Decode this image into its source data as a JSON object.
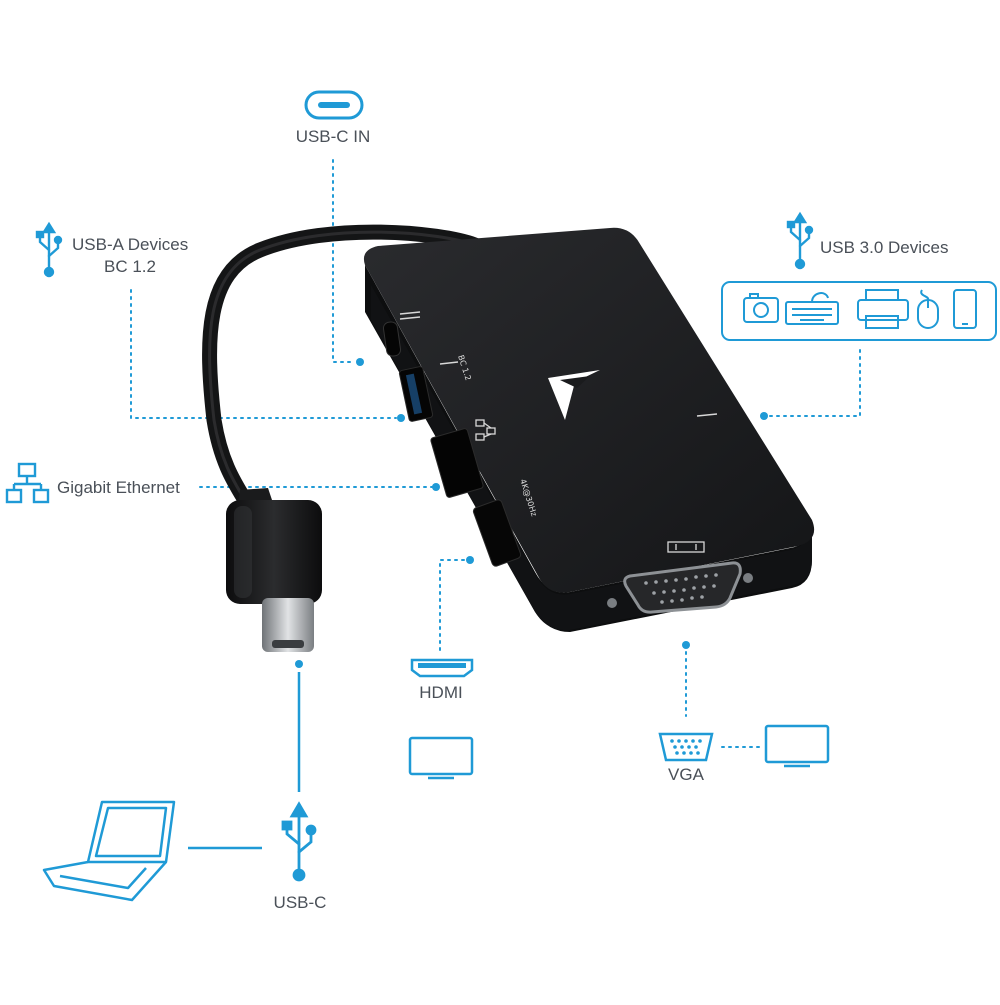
{
  "labels": {
    "usb_c_in": "USB-C IN",
    "usb_a_devices_line1": "USB-A Devices",
    "usb_a_devices_line2": "BC 1.2",
    "usb3_devices": "USB 3.0 Devices",
    "gigabit_ethernet": "Gigabit Ethernet",
    "hdmi": "HDMI",
    "vga": "VGA",
    "usb_c": "USB-C"
  },
  "device_markings": {
    "bc": "BC 1.2",
    "hdmi_res": "4K@30Hz"
  },
  "colors": {
    "accent": "#1f9ad6",
    "label_text": "#4a5058",
    "device_body": "#1a1b1d",
    "device_side": "#0f1011"
  },
  "icons": {
    "usb_c_port": "usb-c-port-icon",
    "usb": "usb-trident-icon",
    "network": "network-icon",
    "hdmi": "hdmi-port-icon",
    "vga": "vga-port-icon",
    "monitor": "monitor-icon",
    "laptop": "laptop-icon",
    "peripherals": [
      "camera-icon",
      "keyboard-icon",
      "printer-icon",
      "mouse-icon",
      "phone-icon"
    ]
  }
}
